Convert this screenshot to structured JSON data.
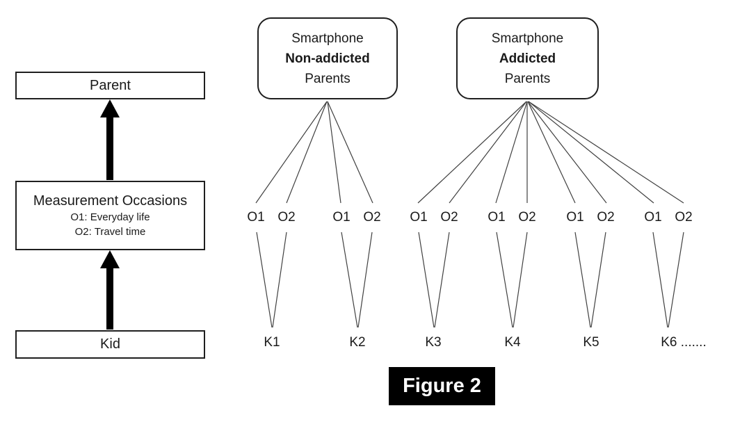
{
  "colors": {
    "background": "#ffffff",
    "text": "#1a1a1a",
    "box_border": "#1f1f1f",
    "connector_line": "#404040",
    "arrow": "#000000",
    "caption_bg": "#000000",
    "caption_text": "#ffffff"
  },
  "left_panel": {
    "parent_box_label": "Parent",
    "measurement_box": {
      "title": "Measurement Occasions",
      "occasion1": "O1: Everyday life",
      "occasion2": "O2: Travel time"
    },
    "kid_box_label": "Kid"
  },
  "right_panel": {
    "group_non_addicted": {
      "line1": "Smartphone",
      "line2": "Non-addicted",
      "line3": "Parents"
    },
    "group_addicted": {
      "line1": "Smartphone",
      "line2": "Addicted",
      "line3": "Parents"
    },
    "occasion_labels": [
      "O1",
      "O2",
      "O1",
      "O2",
      "O1",
      "O2",
      "O1",
      "O2",
      "O1",
      "O2",
      "O1",
      "O2"
    ],
    "kid_labels": [
      "K1",
      "K2",
      "K3",
      "K4",
      "K5",
      "K6 ......."
    ]
  },
  "caption": "Figure 2"
}
